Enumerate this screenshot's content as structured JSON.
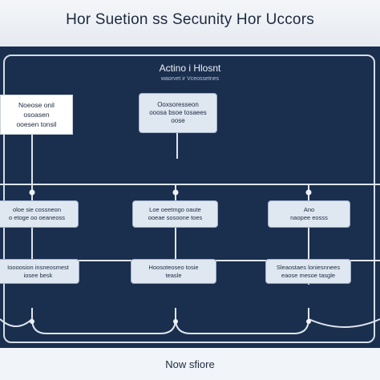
{
  "title": "Hor Suetion ss Secunity Hor Uccors",
  "header": {
    "label": "Actino i Hlosnt",
    "sublabel": "waorvet ir Vceossetnes"
  },
  "note_box": {
    "lines": [
      "Noeose onil",
      "osoasen",
      "ooesen tonsil"
    ]
  },
  "top_node": {
    "lines": [
      "Ooxsoresseon",
      "ooosa bsoe tosaees",
      "oose"
    ]
  },
  "middle_nodes": [
    {
      "lines": [
        "oloe sie cossneon",
        "o etoge oo oeaneoss"
      ]
    },
    {
      "lines": [
        "Loe oeetmgo oaute",
        "ooeae sosoone toes"
      ]
    },
    {
      "lines": [
        "Ano",
        "naopee eosss"
      ]
    }
  ],
  "bottom_nodes": [
    {
      "lines": [
        "Ioooosion insneosmest",
        "iosee besk"
      ]
    },
    {
      "lines": [
        "Hoosoteoseo tosie",
        "teasle"
      ]
    },
    {
      "lines": [
        "Sleaostaes loniesnnees",
        "eaose mesoe tasgle"
      ]
    }
  ],
  "footer": {
    "label": "Now sfiore"
  },
  "colors": {
    "background": "#1a2f4e",
    "node_fill": "#dfe7f1",
    "connector": "#dfe5ee"
  }
}
